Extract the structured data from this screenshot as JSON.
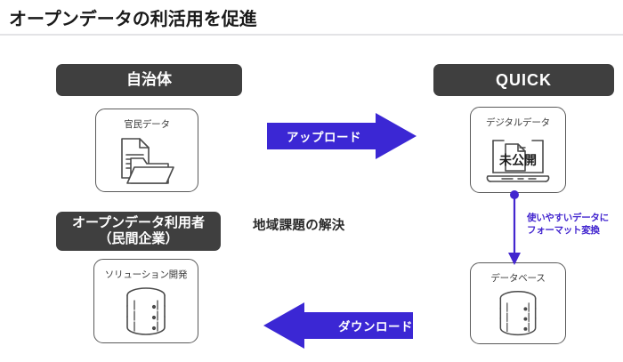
{
  "page": {
    "title": "オープンデータの利活用を促進",
    "background_color": "#ffffff",
    "rule_color": "#e3e3e6"
  },
  "colors": {
    "pill_dark": "#3f3f3f",
    "arrow_purple": "#3b27d4",
    "connector_purple": "#4326cf",
    "node_border": "#5a5a5a",
    "text_dark": "#231f20"
  },
  "nodes": {
    "municipality": {
      "header": "自治体",
      "box_label": "官民データ",
      "icon": "documents-folder-icon"
    },
    "quick": {
      "header": "QUICK",
      "box_label": "デジタルデータ",
      "badge": "未公開",
      "icon": "laptop-document-icon"
    },
    "open_data_user": {
      "header_line1": "オープンデータ利用者",
      "header_line2": "（民間企業）",
      "box_label": "ソリューション開発",
      "icon": "database-cylinder-icon"
    },
    "database": {
      "box_label": "データベース",
      "icon": "database-cylinder-icon"
    }
  },
  "arrows": {
    "upload": {
      "label": "アップロード",
      "direction": "right"
    },
    "download": {
      "label": "ダウンロード",
      "direction": "left"
    },
    "convert": {
      "label_line1": "使いやすいデータに",
      "label_line2": "フォーマット変換",
      "direction": "down"
    }
  },
  "captions": {
    "center": "地域課題の解決"
  }
}
